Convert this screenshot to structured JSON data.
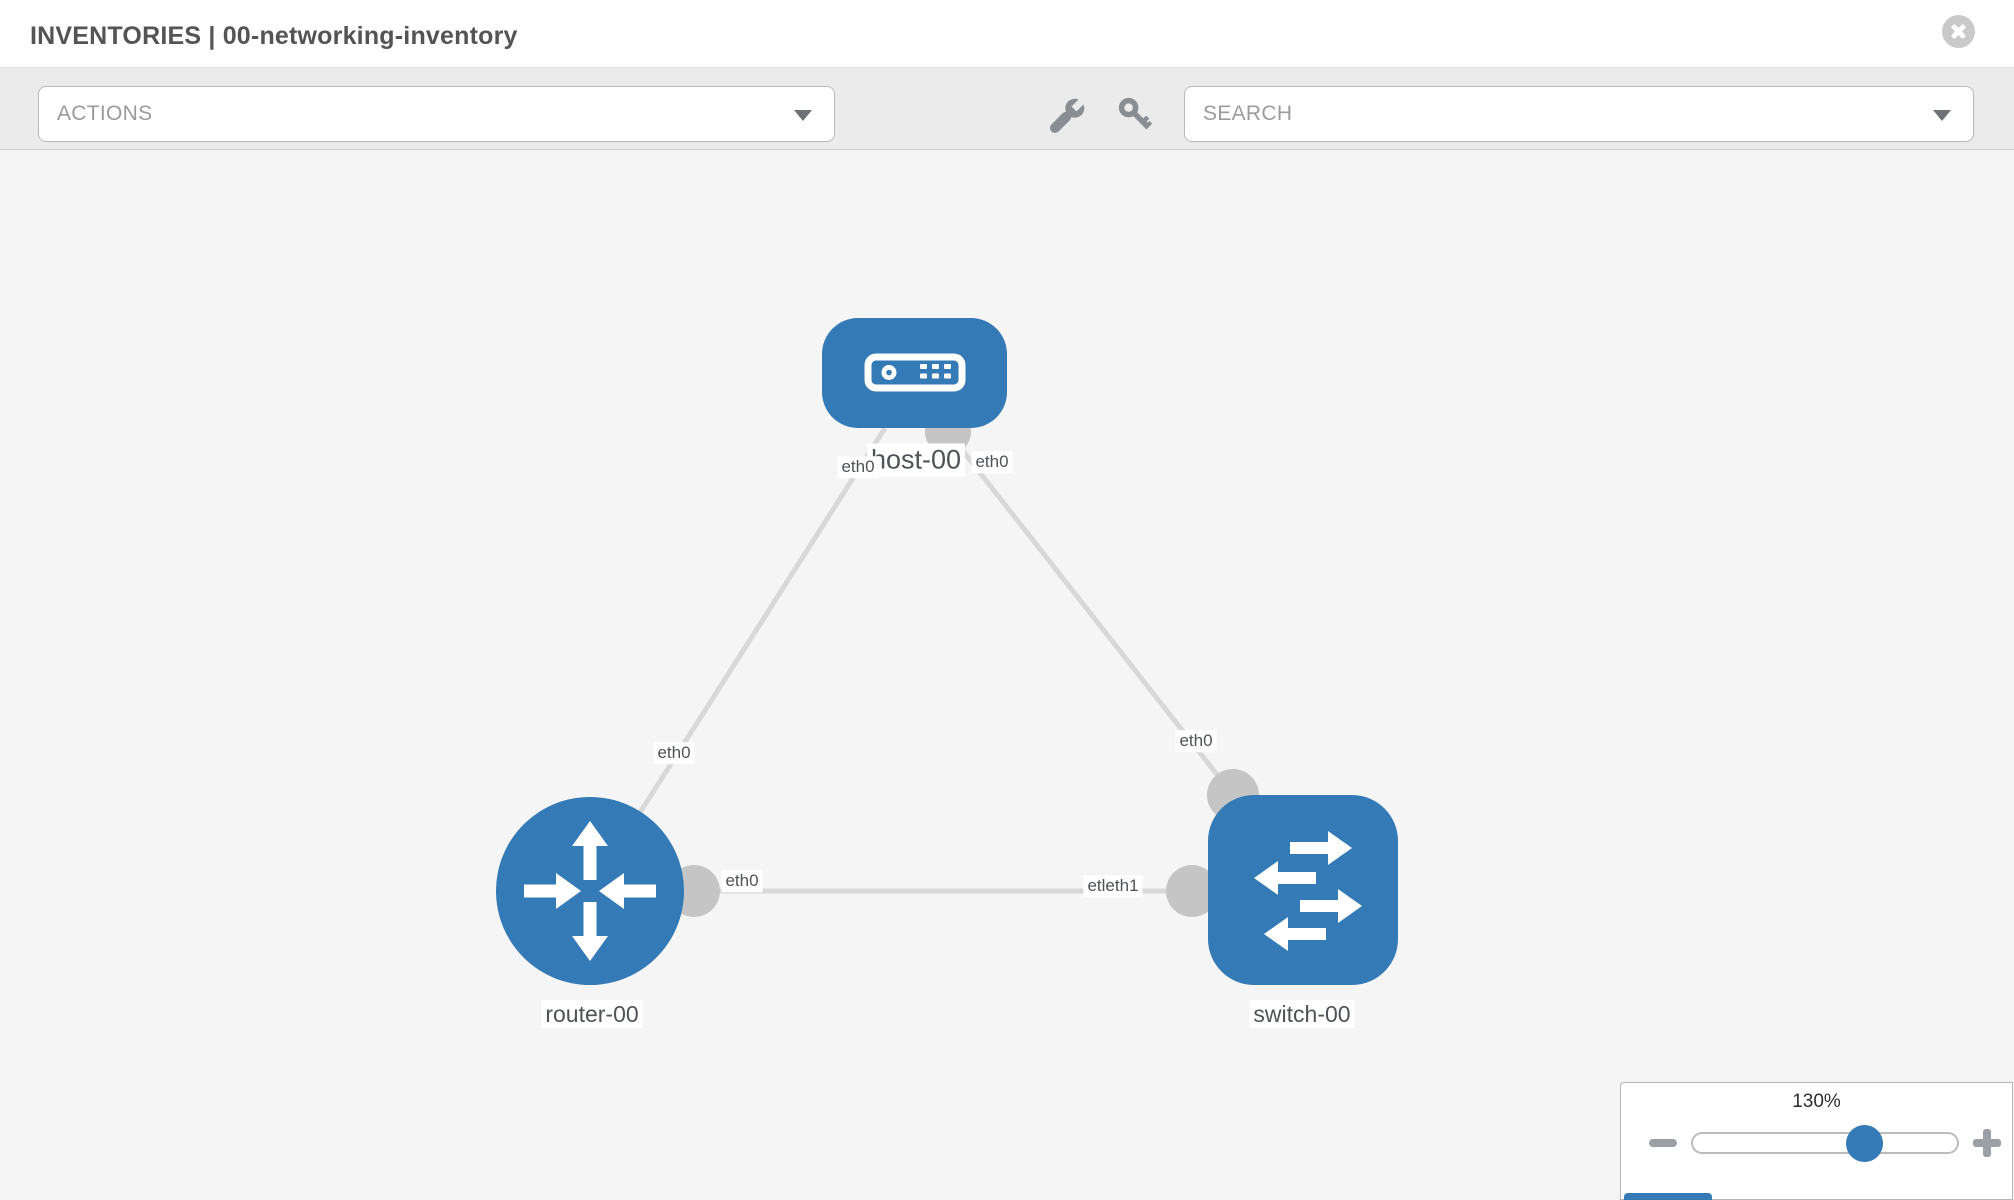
{
  "header": {
    "title": "INVENTORIES | 00-networking-inventory"
  },
  "toolbar": {
    "actions_label": "ACTIONS",
    "search_label": "SEARCH",
    "icons": [
      "wrench-icon",
      "key-icon"
    ]
  },
  "topology": {
    "nodes": [
      {
        "label": "host-00",
        "type": "host"
      },
      {
        "label": "router-00",
        "type": "router"
      },
      {
        "label": "switch-00",
        "type": "switch"
      }
    ],
    "links": [
      {
        "from": "host-00",
        "to": "router-00"
      },
      {
        "from": "host-00",
        "to": "switch-00"
      },
      {
        "from": "router-00",
        "to": "switch-00"
      }
    ],
    "iface_labels": [
      {
        "text": "eth0",
        "link": 0,
        "end": "host-00"
      },
      {
        "text": "eth0",
        "link": 1,
        "end": "host-00"
      },
      {
        "text": "eth0",
        "link": 0,
        "end": "router-00"
      },
      {
        "text": "eth0",
        "link": 1,
        "end": "switch-00"
      },
      {
        "text": "eth0",
        "link": 2,
        "end": "router-00"
      },
      {
        "text": "etleth1",
        "link": 2,
        "end": "switch-00"
      }
    ]
  },
  "zoom_control": {
    "level": "130%"
  },
  "colors": {
    "node_blue": "#337ab7",
    "link_gray": "#d8d8d8",
    "connector_gray": "#c5c5c5",
    "toolbar_bg": "#ebebeb",
    "canvas_bg": "#f5f5f5"
  }
}
